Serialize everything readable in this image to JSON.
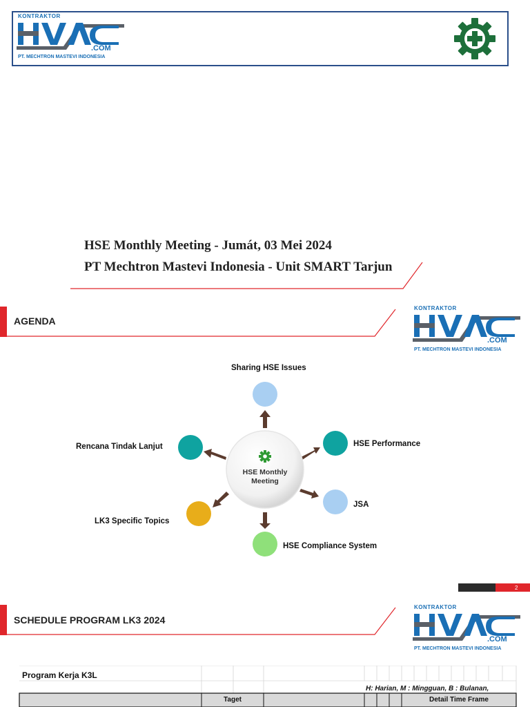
{
  "logo": {
    "kontraktor": "KONTRAKTOR",
    "brand": "HVAC",
    "com": ".COM",
    "company": "PT. MECHTRON MASTEVI INDONESIA"
  },
  "slide1": {
    "title": "HSE Monthly Meeting - Jumát, 03 Mei 2024",
    "subtitle": "PT Mechtron Mastevi Indonesia - Unit SMART Tarjun"
  },
  "slide2": {
    "section_title": "AGENDA",
    "hub": "HSE Monthly Meeting",
    "nodes": [
      {
        "label": "Sharing HSE Issues",
        "color": "#a9cff2"
      },
      {
        "label": "HSE Performance",
        "color": "#0fa3a0"
      },
      {
        "label": "JSA",
        "color": "#a9cff2"
      },
      {
        "label": "HSE Compliance System",
        "color": "#8fe07a"
      },
      {
        "label": "LK3 Specific Topics",
        "color": "#e8ad1a"
      },
      {
        "label": "Rencana Tindak Lanjut",
        "color": "#0fa3a0"
      }
    ],
    "page_number": "2"
  },
  "slide3": {
    "section_title": "SCHEDULE PROGRAM LK3 2024",
    "table_title": "Program Kerja K3L",
    "legend": "H: Harian, M : Mingguan, B : Bulanan,",
    "headers": [
      "Taget",
      "Detail Time Frame"
    ]
  },
  "colors": {
    "accent_red": "#e0262b",
    "brand_blue": "#1a6fb5",
    "brand_grey": "#5a6068",
    "gear_green": "#1d6f3a"
  }
}
